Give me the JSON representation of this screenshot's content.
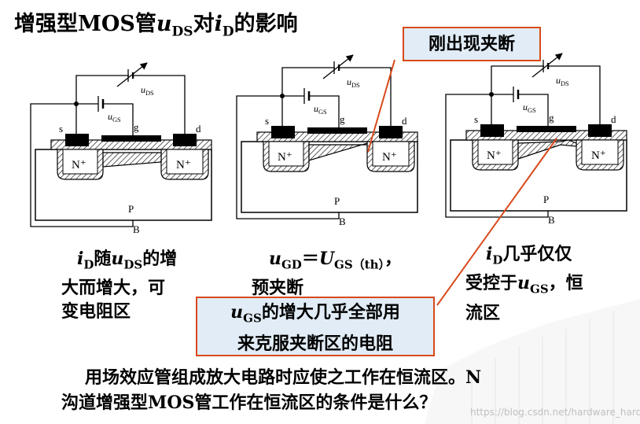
{
  "title": {
    "main": "增强型MOS管",
    "u": "u",
    "ds": "DS",
    "mid": "对",
    "i": "i",
    "d": "D",
    "end": "的影响"
  },
  "labels": {
    "uds": "u",
    "uds_sub": "DS",
    "ugs": "u",
    "ugs_sub": "GS",
    "s": "s",
    "g": "g",
    "d": "d",
    "p": "P",
    "b": "B",
    "nplus": "N⁺"
  },
  "captions": {
    "c1_line1_i": "i",
    "c1_line1_isub": "D",
    "c1_line1_mid": "随",
    "c1_line1_u": "u",
    "c1_line1_usub": "DS",
    "c1_line1_end": "的增",
    "c1_line2": "大而增大，可",
    "c1_line3": "变电阻区",
    "c2_u": "u",
    "c2_usub": "GD",
    "c2_eq": "＝",
    "c2_U": "U",
    "c2_Usub": "GS（th）",
    "c2_end": "，",
    "c2_line2": "预夹断",
    "c3_i": "i",
    "c3_isub": "D",
    "c3_end": "几乎仅仅",
    "c3_line2a": "受控于",
    "c3_u": "u",
    "c3_usub": "GS",
    "c3_line2b": "，恒",
    "c3_line3": "流区"
  },
  "callouts": {
    "pinch": "刚出现夹断",
    "ugs_u": "u",
    "ugs_sub": "GS",
    "line1_rest": "的增大几乎全部用",
    "line2": "来克服夹断区的电阻"
  },
  "question": {
    "line1": "用场效应管组成放大电路时应使之工作在恒流区。N",
    "line2": "沟道增强型MOS管工作在恒流区的条件是什么？"
  },
  "watermark": "https://blog.csdn.net/hardware_harder",
  "colors": {
    "accent": "#d84a1b",
    "callout_bg": "#e1ecf6"
  }
}
